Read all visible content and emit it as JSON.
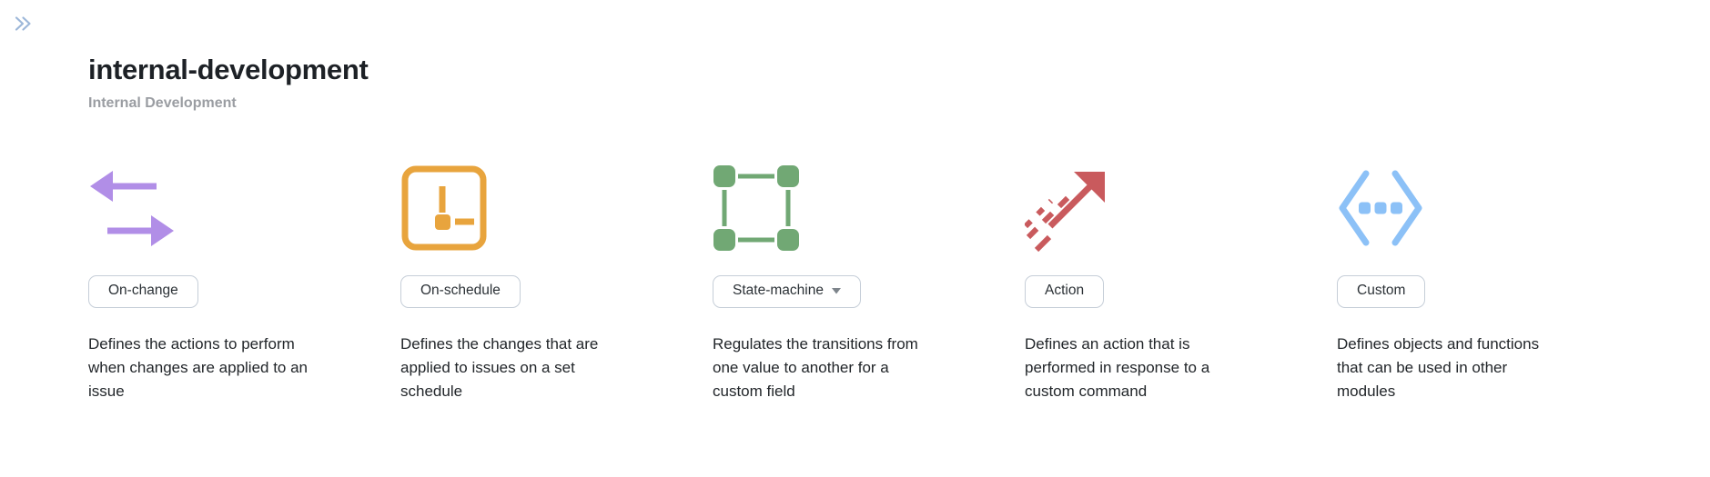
{
  "topbar": {
    "expand_icon": "double-chevron-right-icon",
    "expand_icon_color": "#9db7d9"
  },
  "header": {
    "title": "internal-development",
    "subtitle": "Internal Development"
  },
  "cards": [
    {
      "label": "On-change",
      "description": "Defines the actions to perform when changes are applied to an issue",
      "icon": "transfer-arrows-icon",
      "color": "#b18ee7",
      "has_dropdown": false
    },
    {
      "label": "On-schedule",
      "description": "Defines the changes that are applied to issues on a set schedule",
      "icon": "schedule-clock-icon",
      "color": "#e8a43d",
      "has_dropdown": false
    },
    {
      "label": "State-machine",
      "description": "Regulates the transitions from one value to another for a custom field",
      "icon": "state-machine-icon",
      "color": "#71a874",
      "has_dropdown": true,
      "dropdown_icon": "caret-down-icon"
    },
    {
      "label": "Action",
      "description": "Defines an action that is performed in response to a custom command",
      "icon": "action-arrow-icon",
      "color": "#c95a5d",
      "has_dropdown": false
    },
    {
      "label": "Custom",
      "description": "Defines objects and functions that can be used in other modules",
      "icon": "custom-code-icon",
      "color": "#8cc1f7",
      "has_dropdown": false
    }
  ],
  "colors": {
    "caret": "#7d848b",
    "button_border": "#c6ced8",
    "button_text": "#2b3136",
    "title_text": "#1d2126",
    "subtitle_text": "#9a9da2",
    "description_text": "#22262a"
  }
}
